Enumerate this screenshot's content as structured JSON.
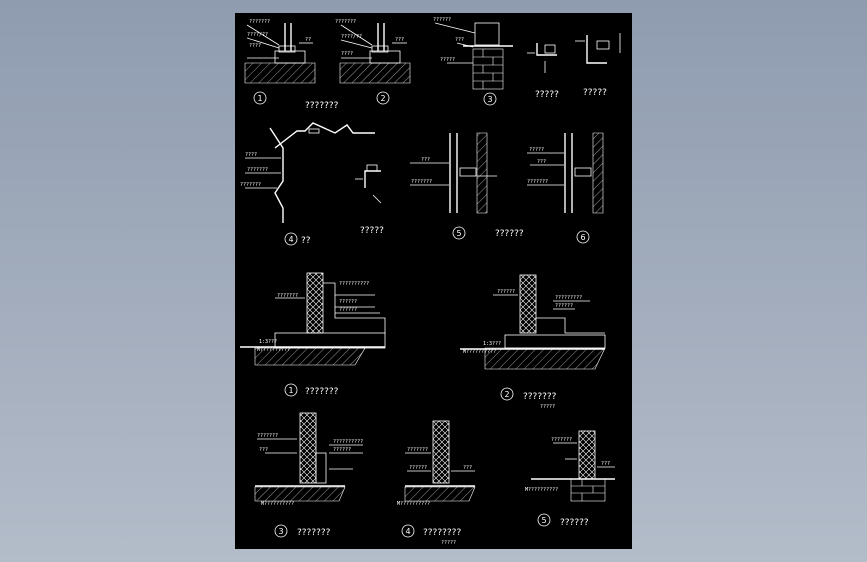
{
  "colors": {
    "background": "#9aa5b6",
    "sheet": "#000000",
    "linework": "#ffffff"
  },
  "top_row": {
    "detail_1": {
      "number": "1",
      "labels": [
        "???????",
        "????/??",
        "????",
        "??"
      ]
    },
    "detail_2": {
      "number": "2",
      "labels": [
        "???????",
        "????/??",
        "????",
        "???"
      ]
    },
    "detail_3": {
      "number": "3",
      "labels": [
        "??????",
        "???",
        "?????"
      ]
    },
    "caption_12": "???????",
    "caption_a": "?????",
    "caption_b": "?????"
  },
  "mid_row": {
    "detail_4": {
      "number": "4",
      "suffix": "??",
      "labels": [
        "????",
        "???????",
        "???????"
      ]
    },
    "caption_c": "?????",
    "detail_5": {
      "number": "5",
      "caption": "??????",
      "labels": [
        "???",
        "???????"
      ]
    },
    "detail_6": {
      "number": "6",
      "labels": [
        "?????",
        "???",
        "???????"
      ]
    }
  },
  "lower_row": {
    "detail_1": {
      "number": "1",
      "caption": "???????",
      "labels": [
        "???????",
        "??????????",
        "??????",
        "??????",
        "1:3???",
        "M??????????"
      ]
    },
    "detail_2": {
      "number": "2",
      "caption": "???????",
      "sub": "?????",
      "labels": [
        "??????",
        "?????????",
        "??????",
        "1:3???",
        "M??????????"
      ]
    }
  },
  "bottom_row": {
    "detail_3": {
      "number": "3",
      "caption": "???????",
      "labels": [
        "???????",
        "???",
        "??????????",
        "??????",
        "M??????????"
      ]
    },
    "detail_4": {
      "number": "4",
      "caption": "????????",
      "sub": "?????",
      "labels": [
        "???????",
        "??????",
        "???",
        "M??????????"
      ]
    },
    "detail_5": {
      "number": "5",
      "caption": "??????",
      "labels": [
        "???????",
        "???",
        "M??????????"
      ]
    }
  }
}
